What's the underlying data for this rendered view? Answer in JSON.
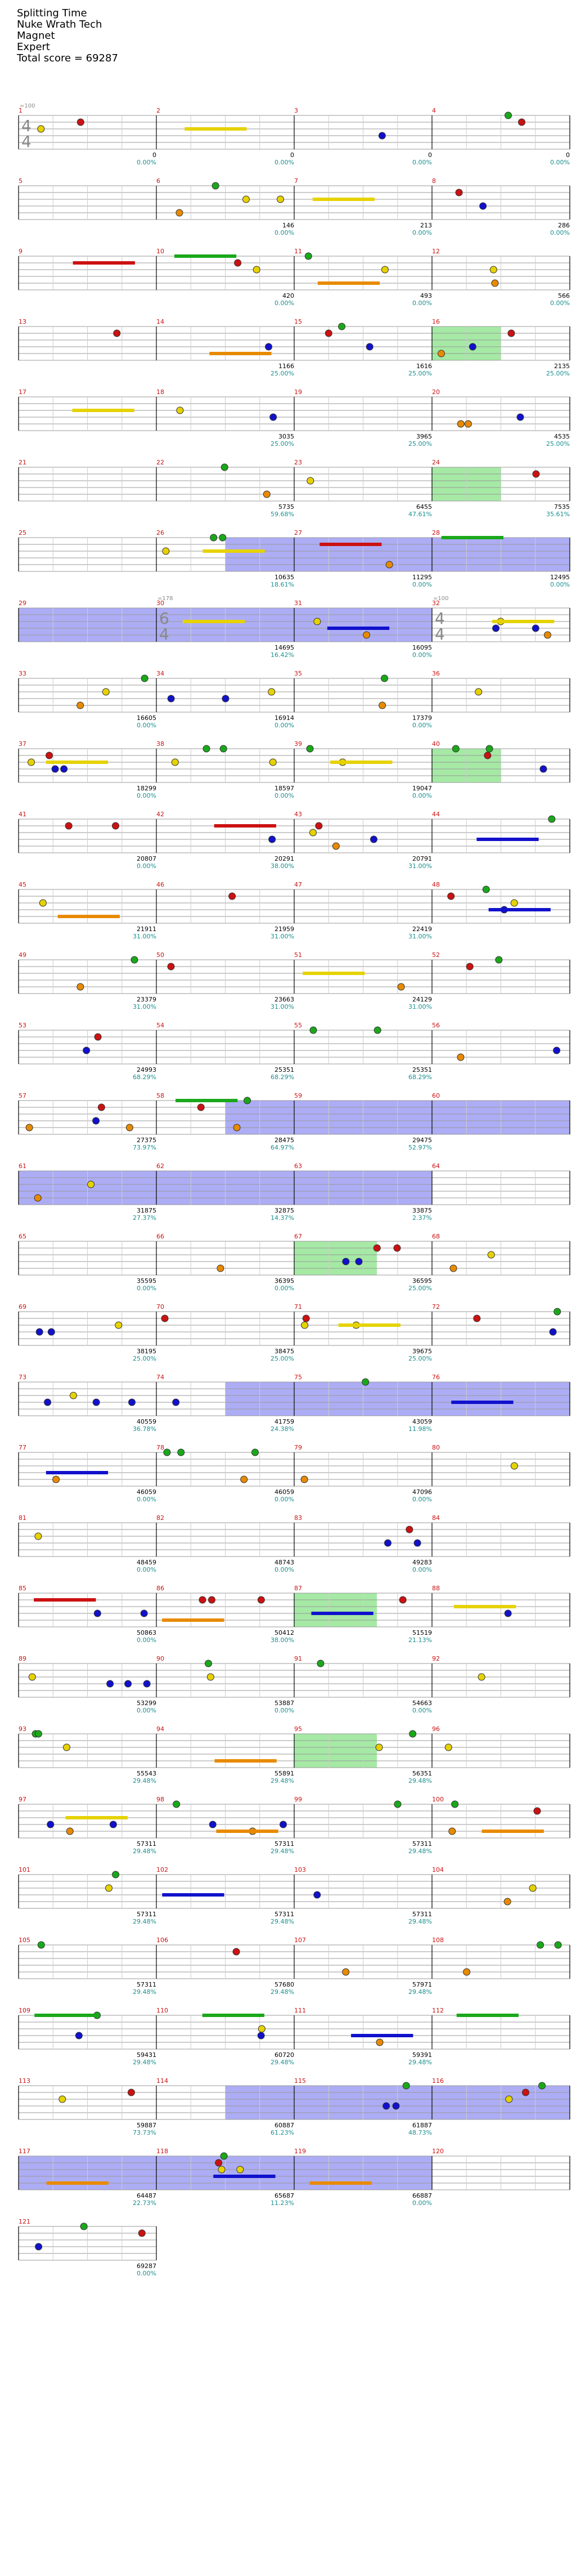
{
  "header": {
    "title": "Splitting Time",
    "artist": "Nuke Wrath Tech",
    "difficulty_set": "Magnet",
    "difficulty": "Expert",
    "score_line": "Total score = 69287"
  },
  "chart_data": {
    "type": "rhythm-game-note-chart",
    "time_signature_markers": [
      {
        "measure": 1,
        "tempo_label": "=100",
        "signature": "4/4"
      },
      {
        "measure": 30,
        "tempo_label": "=178",
        "signature": "6/4"
      },
      {
        "measure": 32,
        "tempo_label": "=100",
        "signature": "4/4"
      }
    ],
    "lane_colors": {
      "green": "#1aa81a",
      "red": "#cc1111",
      "yellow": "#e6d200",
      "blue": "#1111cc",
      "orange": "#e88a00"
    },
    "section_colors": {
      "overdrive": "#7fe07f",
      "solo": "#7777ee",
      "overlap": "#4a8fb8",
      "measure_number": "#cc1111",
      "score_text": "#000000",
      "percent_text": "#1a8f8f"
    },
    "measures": [
      {
        "n": 1,
        "score": "0",
        "pct": "0.00%"
      },
      {
        "n": 2,
        "score": "0",
        "pct": "0.00%"
      },
      {
        "n": 3,
        "score": "0",
        "pct": "0.00%"
      },
      {
        "n": 4,
        "score": "0",
        "pct": "0.00%"
      },
      {
        "n": 5,
        "score": "",
        "pct": ""
      },
      {
        "n": 6,
        "score": "146",
        "pct": "0.00%"
      },
      {
        "n": 7,
        "score": "213",
        "pct": "0.00%"
      },
      {
        "n": 8,
        "score": "286",
        "pct": "0.00%"
      },
      {
        "n": 9,
        "score": "",
        "pct": ""
      },
      {
        "n": 10,
        "score": "420",
        "pct": "0.00%"
      },
      {
        "n": 11,
        "score": "493",
        "pct": "0.00%"
      },
      {
        "n": 12,
        "score": "566",
        "pct": "0.00%"
      },
      {
        "n": 13,
        "score": "",
        "pct": ""
      },
      {
        "n": 14,
        "score": "1166",
        "pct": "25.00%"
      },
      {
        "n": 15,
        "score": "1616",
        "pct": "25.00%"
      },
      {
        "n": 16,
        "score": "2135",
        "pct": "25.00%"
      },
      {
        "n": 17,
        "score": "",
        "pct": ""
      },
      {
        "n": 18,
        "score": "3035",
        "pct": "25.00%"
      },
      {
        "n": 19,
        "score": "3965",
        "pct": "25.00%"
      },
      {
        "n": 20,
        "score": "4535",
        "pct": "25.00%"
      },
      {
        "n": 21,
        "score": "",
        "pct": ""
      },
      {
        "n": 22,
        "score": "5735",
        "pct": "59.68%"
      },
      {
        "n": 23,
        "score": "6455",
        "pct": "47.61%"
      },
      {
        "n": 24,
        "score": "7535",
        "pct": "35.61%"
      },
      {
        "n": 25,
        "score": "",
        "pct": ""
      },
      {
        "n": 26,
        "score": "10635",
        "pct": "18.61%"
      },
      {
        "n": 27,
        "score": "11295",
        "pct": "0.00%"
      },
      {
        "n": 28,
        "score": "12495",
        "pct": "0.00%"
      },
      {
        "n": 29,
        "score": "",
        "pct": ""
      },
      {
        "n": 30,
        "score": "14695",
        "pct": "16.42%"
      },
      {
        "n": 31,
        "score": "16095",
        "pct": "0.00%"
      },
      {
        "n": 32,
        "score": "",
        "pct": ""
      },
      {
        "n": 33,
        "score": "16605",
        "pct": "0.00%"
      },
      {
        "n": 34,
        "score": "16914",
        "pct": "0.00%"
      },
      {
        "n": 35,
        "score": "17379",
        "pct": "0.00%"
      },
      {
        "n": 36,
        "score": "",
        "pct": ""
      },
      {
        "n": 37,
        "score": "18299",
        "pct": "0.00%"
      },
      {
        "n": 38,
        "score": "18597",
        "pct": "0.00%"
      },
      {
        "n": 39,
        "score": "19047",
        "pct": "0.00%"
      },
      {
        "n": 40,
        "score": "",
        "pct": ""
      },
      {
        "n": 41,
        "score": "20807",
        "pct": "0.00%"
      },
      {
        "n": 42,
        "score": "20291",
        "pct": "38.00%"
      },
      {
        "n": 43,
        "score": "20791",
        "pct": "31.00%"
      },
      {
        "n": 44,
        "score": "",
        "pct": ""
      },
      {
        "n": 45,
        "score": "21911",
        "pct": "31.00%"
      },
      {
        "n": 46,
        "score": "21959",
        "pct": "31.00%"
      },
      {
        "n": 47,
        "score": "22419",
        "pct": "31.00%"
      },
      {
        "n": 48,
        "score": "",
        "pct": ""
      },
      {
        "n": 49,
        "score": "23379",
        "pct": "31.00%"
      },
      {
        "n": 50,
        "score": "23663",
        "pct": "31.00%"
      },
      {
        "n": 51,
        "score": "24129",
        "pct": "31.00%"
      },
      {
        "n": 52,
        "score": "",
        "pct": ""
      },
      {
        "n": 53,
        "score": "24993",
        "pct": "68.29%"
      },
      {
        "n": 54,
        "score": "25351",
        "pct": "68.29%"
      },
      {
        "n": 55,
        "score": "25351",
        "pct": "68.29%"
      },
      {
        "n": 56,
        "score": "",
        "pct": ""
      },
      {
        "n": 57,
        "score": "27375",
        "pct": "73.97%"
      },
      {
        "n": 58,
        "score": "28475",
        "pct": "64.97%"
      },
      {
        "n": 59,
        "score": "29475",
        "pct": "52.97%"
      },
      {
        "n": 60,
        "score": "",
        "pct": ""
      },
      {
        "n": 61,
        "score": "31875",
        "pct": "27.37%"
      },
      {
        "n": 62,
        "score": "32875",
        "pct": "14.37%"
      },
      {
        "n": 63,
        "score": "33875",
        "pct": "2.37%"
      },
      {
        "n": 64,
        "score": "",
        "pct": ""
      },
      {
        "n": 65,
        "score": "35595",
        "pct": "0.00%"
      },
      {
        "n": 66,
        "score": "36395",
        "pct": "0.00%"
      },
      {
        "n": 67,
        "score": "36595",
        "pct": "25.00%"
      },
      {
        "n": 68,
        "score": "",
        "pct": ""
      },
      {
        "n": 69,
        "score": "38195",
        "pct": "25.00%"
      },
      {
        "n": 70,
        "score": "38475",
        "pct": "25.00%"
      },
      {
        "n": 71,
        "score": "39675",
        "pct": "25.00%"
      },
      {
        "n": 72,
        "score": "",
        "pct": ""
      },
      {
        "n": 73,
        "score": "40559",
        "pct": "36.78%"
      },
      {
        "n": 74,
        "score": "41759",
        "pct": "24.38%"
      },
      {
        "n": 75,
        "score": "43059",
        "pct": "11.98%"
      },
      {
        "n": 76,
        "score": "",
        "pct": ""
      },
      {
        "n": 77,
        "score": "46059",
        "pct": "0.00%"
      },
      {
        "n": 78,
        "score": "46059",
        "pct": "0.00%"
      },
      {
        "n": 79,
        "score": "47096",
        "pct": "0.00%"
      },
      {
        "n": 80,
        "score": "",
        "pct": ""
      },
      {
        "n": 81,
        "score": "48459",
        "pct": "0.00%"
      },
      {
        "n": 82,
        "score": "48743",
        "pct": "0.00%"
      },
      {
        "n": 83,
        "score": "49283",
        "pct": "0.00%"
      },
      {
        "n": 84,
        "score": "",
        "pct": ""
      },
      {
        "n": 85,
        "score": "50863",
        "pct": "0.00%"
      },
      {
        "n": 86,
        "score": "50412",
        "pct": "38.00%"
      },
      {
        "n": 87,
        "score": "51519",
        "pct": "21.13%"
      },
      {
        "n": 88,
        "score": "",
        "pct": ""
      },
      {
        "n": 89,
        "score": "53299",
        "pct": "0.00%"
      },
      {
        "n": 90,
        "score": "53887",
        "pct": "0.00%"
      },
      {
        "n": 91,
        "score": "54663",
        "pct": "0.00%"
      },
      {
        "n": 92,
        "score": "",
        "pct": ""
      },
      {
        "n": 93,
        "score": "55543",
        "pct": "29.48%"
      },
      {
        "n": 94,
        "score": "55891",
        "pct": "29.48%"
      },
      {
        "n": 95,
        "score": "56351",
        "pct": "29.48%"
      },
      {
        "n": 96,
        "score": "",
        "pct": ""
      },
      {
        "n": 97,
        "score": "57311",
        "pct": "29.48%"
      },
      {
        "n": 98,
        "score": "57311",
        "pct": "29.48%"
      },
      {
        "n": 99,
        "score": "57311",
        "pct": "29.48%"
      },
      {
        "n": 100,
        "score": "",
        "pct": ""
      },
      {
        "n": 101,
        "score": "57311",
        "pct": "29.48%"
      },
      {
        "n": 102,
        "score": "57311",
        "pct": "29.48%"
      },
      {
        "n": 103,
        "score": "57311",
        "pct": "29.48%"
      },
      {
        "n": 104,
        "score": "",
        "pct": ""
      },
      {
        "n": 105,
        "score": "57311",
        "pct": "29.48%"
      },
      {
        "n": 106,
        "score": "57680",
        "pct": "29.48%"
      },
      {
        "n": 107,
        "score": "57971",
        "pct": "29.48%"
      },
      {
        "n": 108,
        "score": "",
        "pct": ""
      },
      {
        "n": 109,
        "score": "59431",
        "pct": "29.48%"
      },
      {
        "n": 110,
        "score": "60720",
        "pct": "29.48%"
      },
      {
        "n": 111,
        "score": "59391",
        "pct": "29.48%"
      },
      {
        "n": 112,
        "score": "",
        "pct": ""
      },
      {
        "n": 113,
        "score": "59887",
        "pct": "73.73%"
      },
      {
        "n": 114,
        "score": "60887",
        "pct": "61.23%"
      },
      {
        "n": 115,
        "score": "61887",
        "pct": "48.73%"
      },
      {
        "n": 116,
        "score": "",
        "pct": ""
      },
      {
        "n": 117,
        "score": "64487",
        "pct": "22.73%"
      },
      {
        "n": 118,
        "score": "65687",
        "pct": "11.23%"
      },
      {
        "n": 119,
        "score": "66887",
        "pct": "0.00%"
      },
      {
        "n": 120,
        "score": "",
        "pct": ""
      },
      {
        "n": 121,
        "score": "69287",
        "pct": "0.00%"
      }
    ]
  }
}
